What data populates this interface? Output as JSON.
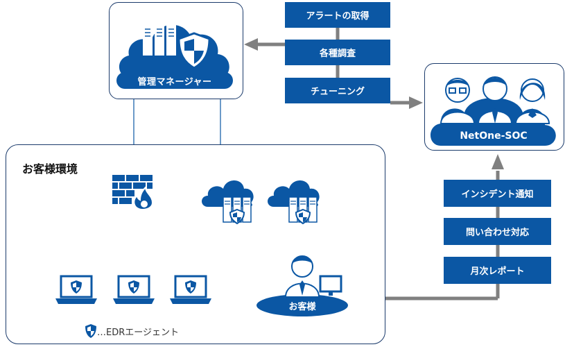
{
  "manager": {
    "label": "管理マネージャー"
  },
  "soc": {
    "label": "NetOne-SOC"
  },
  "customer_env": {
    "title": "お客様環境"
  },
  "customer": {
    "label": "お客様"
  },
  "actions_to_manager": [
    "アラートの取得",
    "各種調査",
    "チューニング"
  ],
  "actions_to_customer": [
    "インシデント通知",
    "問い合わせ対応",
    "月次レポート"
  ],
  "legend": {
    "text": "…EDRエージェント"
  },
  "colors": {
    "blue": "#0b57a4",
    "navy": "#1a3a6b",
    "arrow": "#808080",
    "line": "#0b57a4"
  }
}
